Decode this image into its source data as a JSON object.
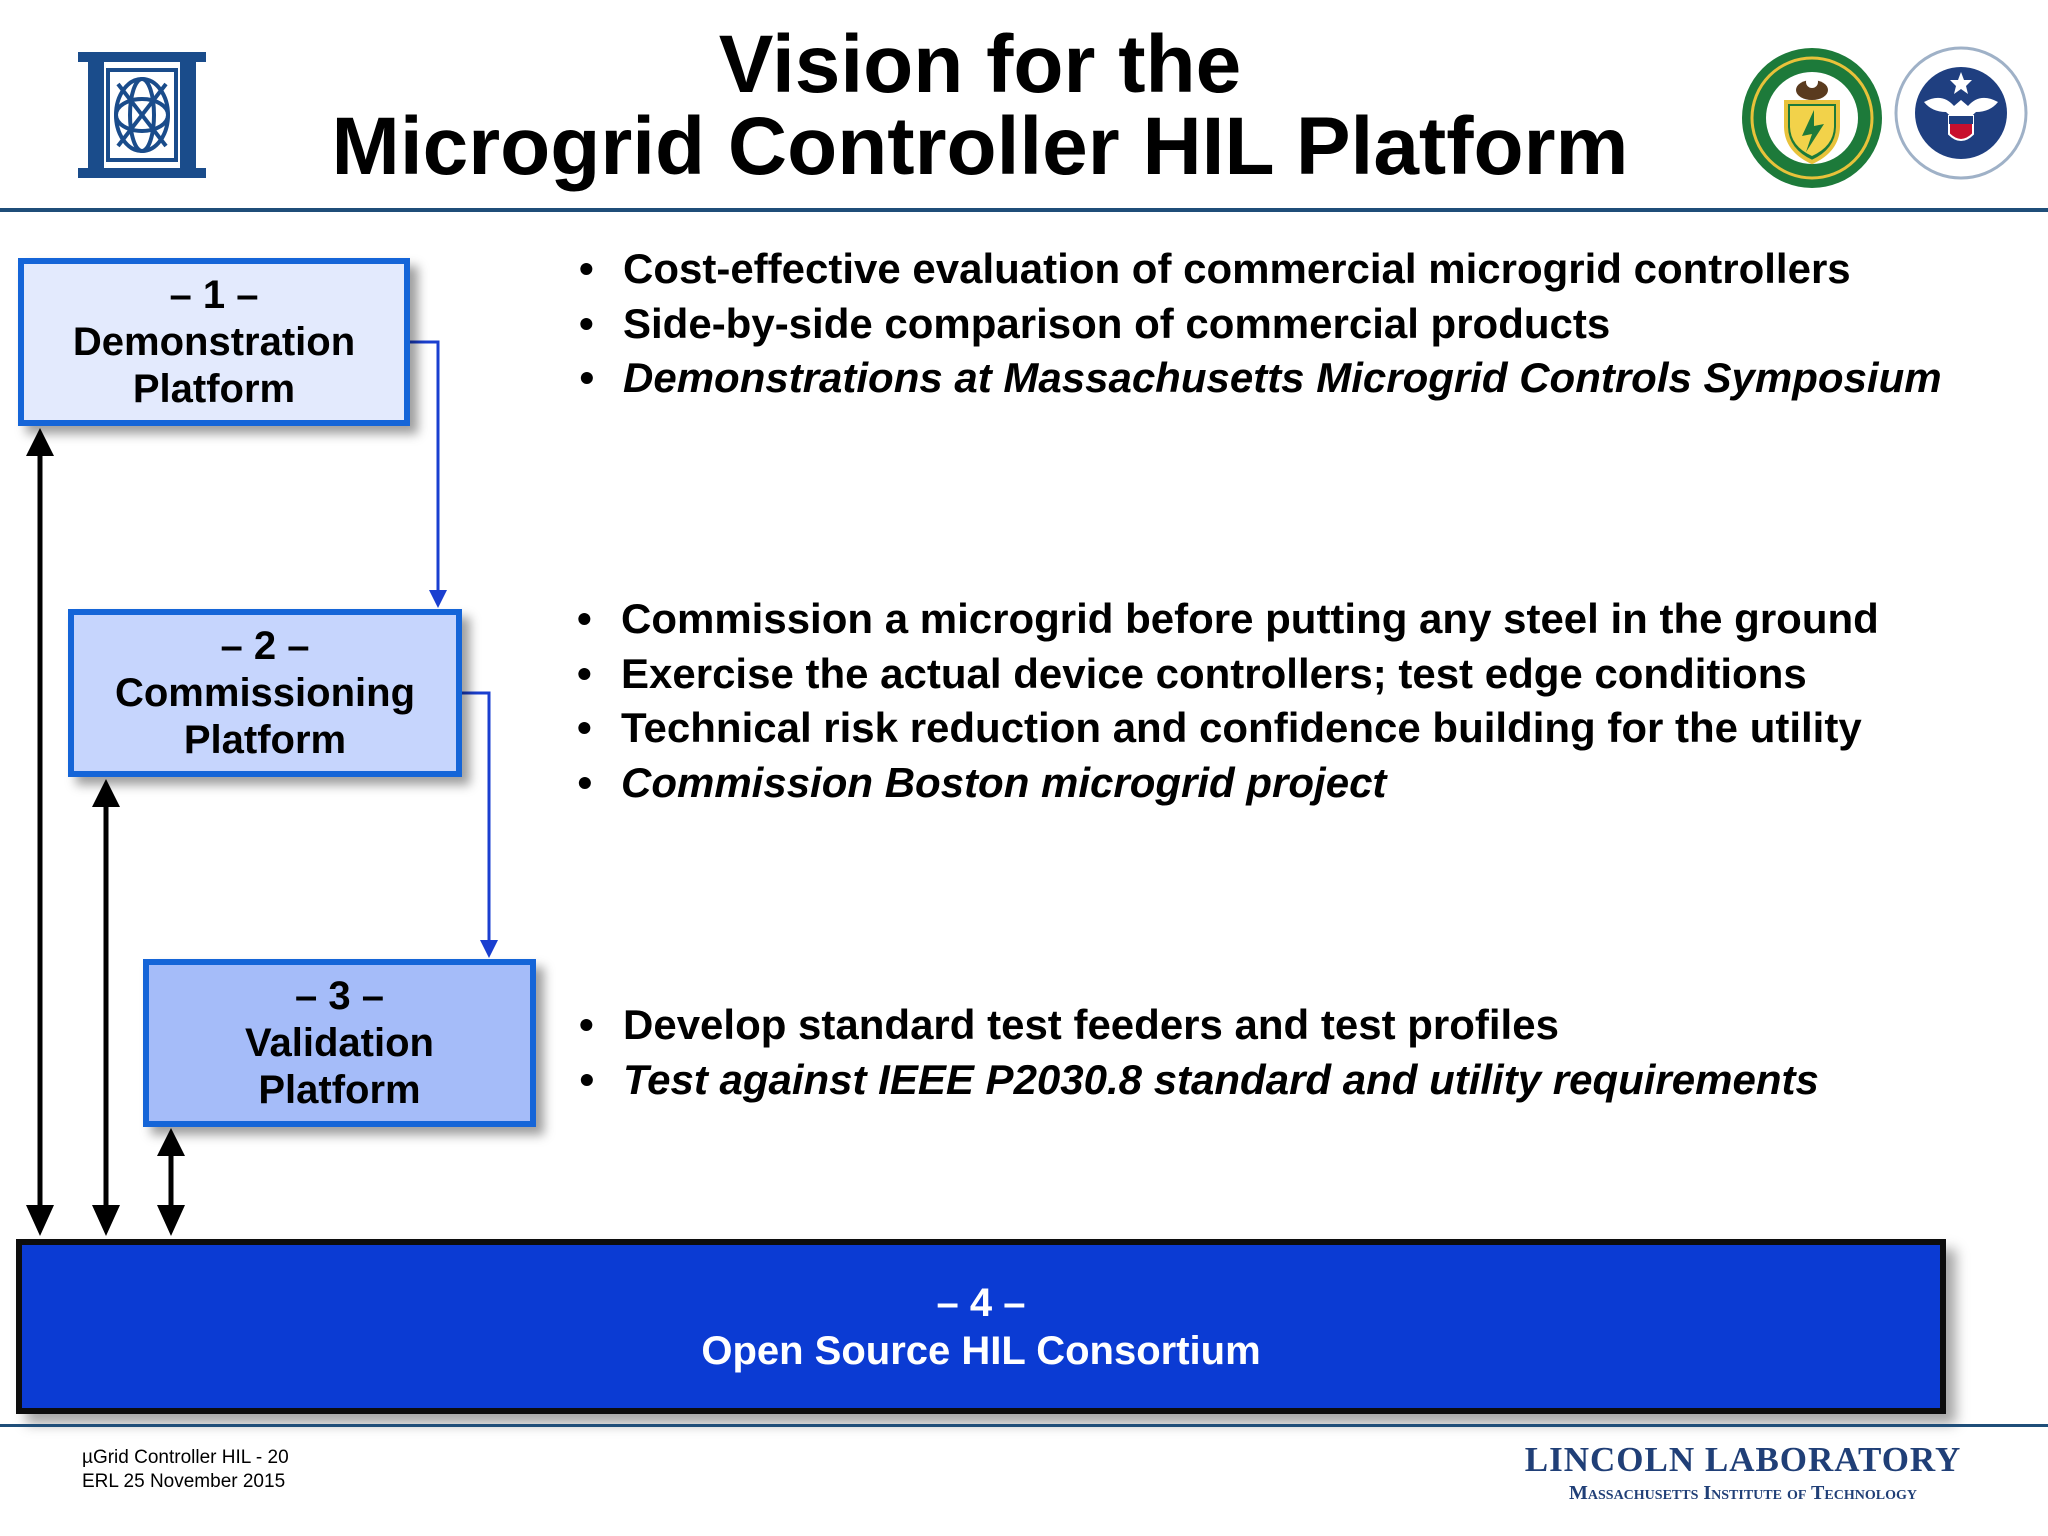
{
  "title": {
    "line1": "Vision for the",
    "line2": "Microgrid Controller HIL Platform"
  },
  "logos": {
    "left": "mit-logo",
    "right": [
      "doe-seal",
      "dhs-seal"
    ]
  },
  "platforms": [
    {
      "number": "– 1 –",
      "line1": "Demonstration",
      "line2": "Platform"
    },
    {
      "number": "– 2 –",
      "line1": "Commissioning",
      "line2": "Platform"
    },
    {
      "number": "– 3 –",
      "line1": "Validation",
      "line2": "Platform"
    },
    {
      "number": "– 4 –",
      "line1": "Open Source HIL Consortium"
    }
  ],
  "bullets_1": [
    "Cost-effective evaluation of commercial microgrid controllers",
    "Side-by-side comparison of commercial products",
    "Demonstrations at Massachusetts Microgrid Controls Symposium"
  ],
  "bullets_2": [
    "Commission a microgrid before putting any steel in the ground",
    "Exercise the actual device controllers; test edge conditions",
    "Technical risk reduction and confidence building for the utility",
    "Commission Boston microgrid project"
  ],
  "bullets_3": [
    "Develop standard test feeders and test profiles",
    "Test against IEEE P2030.8 standard and utility requirements"
  ],
  "footer": {
    "slide_label": "µGrid Controller HIL - 20",
    "date_line": "ERL 25 November 2015",
    "org_name": "LINCOLN LABORATORY",
    "org_parent": "Massachusetts Institute of Technology"
  },
  "colors": {
    "box_border": "#1565d8",
    "consortium_fill": "#0b3bd3",
    "flow_arrow": "#1a3fd0",
    "header_rule": "#1f4e79",
    "footer_text": "#203f77"
  }
}
